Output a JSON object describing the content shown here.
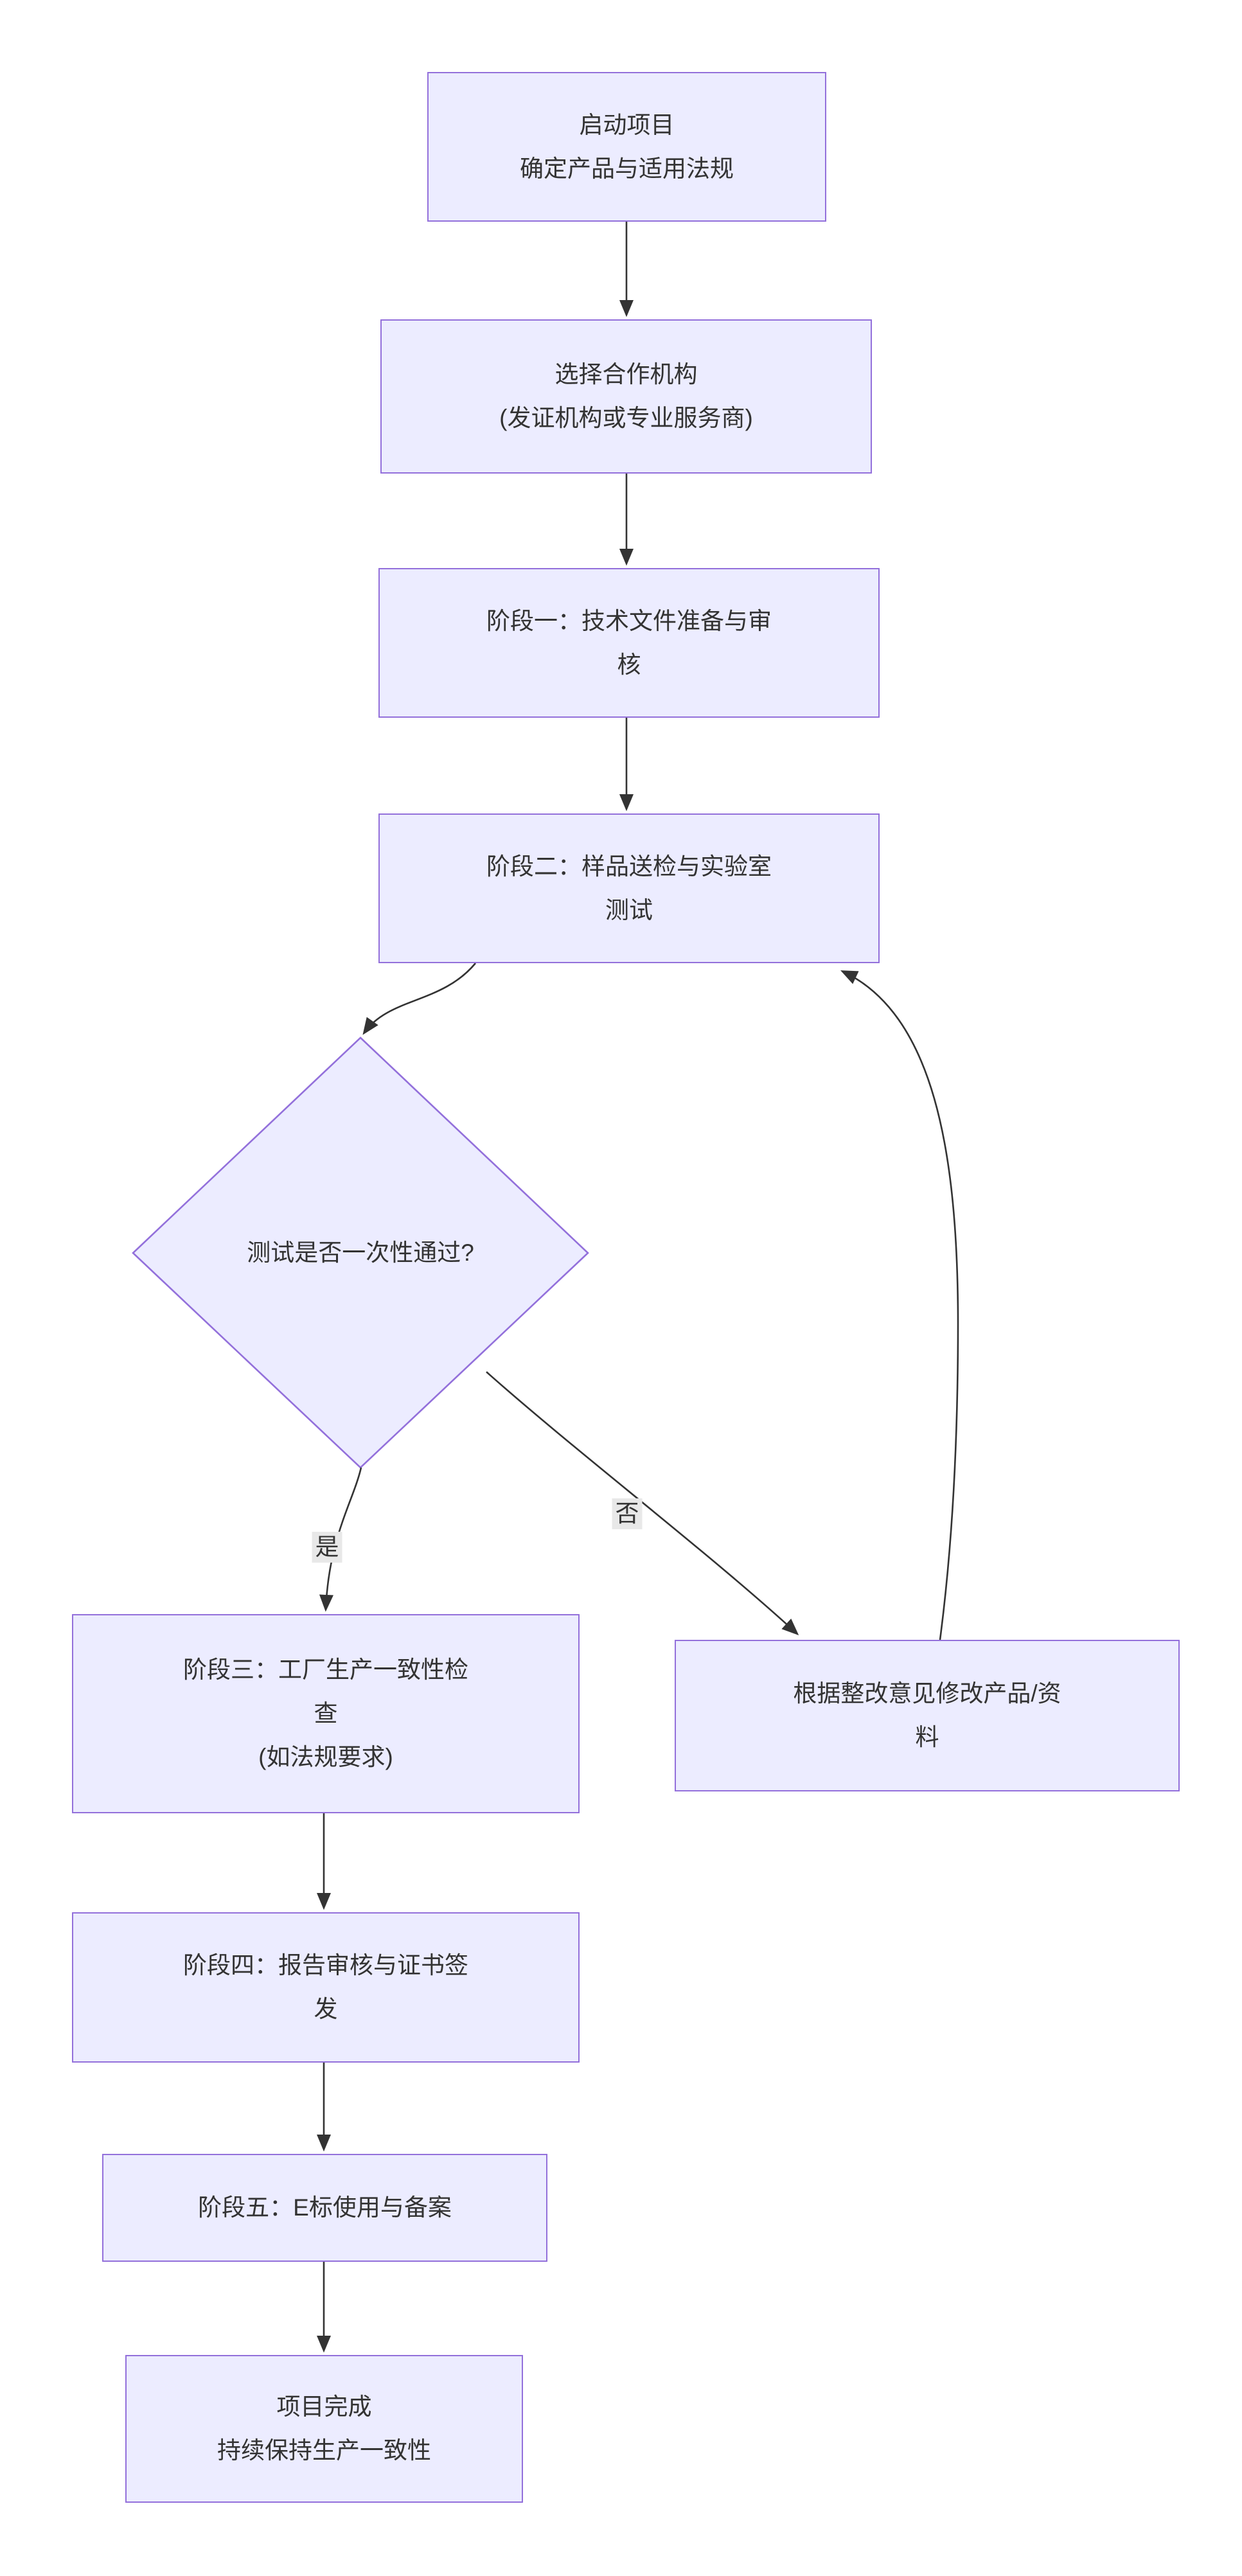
{
  "diagram": {
    "colors": {
      "background": "#ffffff",
      "nodeFill": "#ECECFF",
      "nodeBorder": "#9370DB",
      "edge": "#333333",
      "text": "#333333",
      "labelBg": "#e8e8e8"
    },
    "nodes": {
      "start": "启动项目\n确定产品与适用法规",
      "partner": "选择合作机构\n(发证机构或专业服务商)",
      "phase1": "阶段一：技术文件准备与审\n核",
      "phase2": "阶段二：样品送检与实验室\n测试",
      "decision": "测试是否一次性通过?",
      "phase3": "阶段三：工厂生产一致性检\n查\n(如法规要求)",
      "rework": "根据整改意见修改产品/资\n料",
      "phase4": "阶段四：报告审核与证书签\n发",
      "phase5": "阶段五：E标使用与备案",
      "complete": "项目完成\n持续保持生产一致性"
    },
    "edge_labels": {
      "yes": "是",
      "no": "否"
    }
  }
}
